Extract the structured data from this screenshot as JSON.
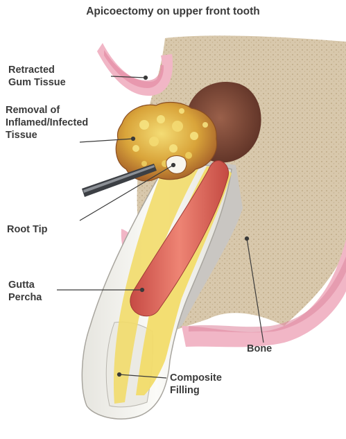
{
  "title": "Apicoectomy on upper front tooth",
  "labels": {
    "retracted_gum": [
      "Retracted",
      "Gum Tissue"
    ],
    "removal": [
      "Removal of",
      "Inflamed/Infected",
      "Tissue"
    ],
    "root_tip": [
      "Root Tip"
    ],
    "gutta_percha": [
      "Gutta",
      "Percha"
    ],
    "bone": [
      "Bone"
    ],
    "composite": [
      "Composite",
      "Filling"
    ]
  },
  "colors": {
    "bone": "#d8c8ac",
    "gum": "#f1b6c6",
    "root_canal_filler": "#f2dc6a",
    "gutta_percha": "#dd5e54",
    "cavity": "#7c4a3a",
    "infected_tissue": "#d9a43a",
    "enamel": "#f2f1ec",
    "text": "#3a3a3a"
  }
}
